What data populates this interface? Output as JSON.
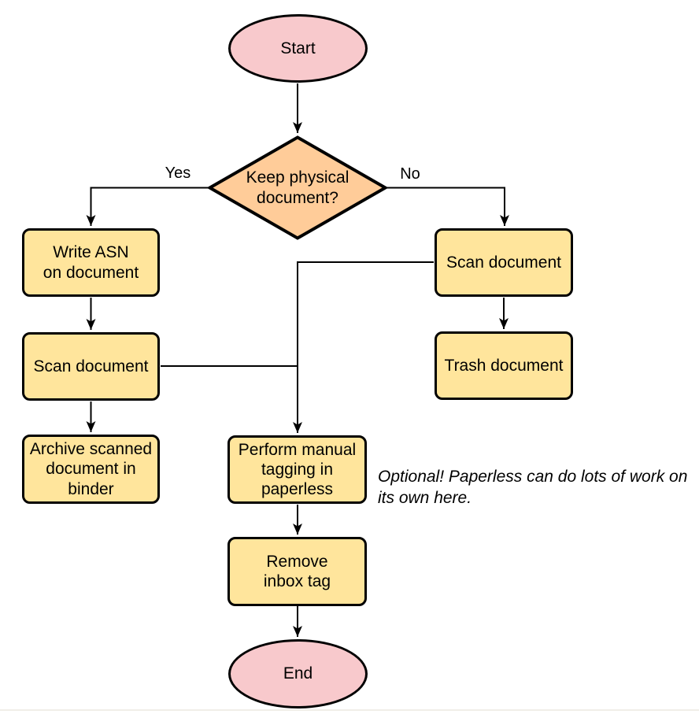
{
  "colors": {
    "canvas-background": "#FFFFFF",
    "terminator-fill": "#F8C9CC",
    "decision-fill": "#FFCC99",
    "process-fill": "#FFE59C",
    "shape-stroke": "#000000",
    "edge-stroke": "#000000",
    "footer-divider": "#F0EEE8"
  },
  "nodes": {
    "start": {
      "label": "Start",
      "type": "terminator"
    },
    "decision": {
      "label": "Keep physical\ndocument?",
      "type": "decision"
    },
    "write_asn": {
      "label": "Write ASN\non document",
      "type": "process"
    },
    "scan_left": {
      "label": "Scan document",
      "type": "process"
    },
    "archive": {
      "label": "Archive scanned\ndocument in\nbinder",
      "type": "process"
    },
    "scan_right": {
      "label": "Scan document",
      "type": "process"
    },
    "trash": {
      "label": "Trash document",
      "type": "process"
    },
    "tagging": {
      "label": "Perform manual\ntagging in\npaperless",
      "type": "process"
    },
    "remove_inbox": {
      "label": "Remove\ninbox tag",
      "type": "process"
    },
    "end": {
      "label": "End",
      "type": "terminator"
    }
  },
  "edges": [
    {
      "from": "start",
      "to": "decision"
    },
    {
      "from": "decision",
      "to": "write_asn",
      "label": "Yes"
    },
    {
      "from": "decision",
      "to": "scan_right",
      "label": "No"
    },
    {
      "from": "write_asn",
      "to": "scan_left"
    },
    {
      "from": "scan_left",
      "to": "archive"
    },
    {
      "from": "scan_left",
      "to": "tagging"
    },
    {
      "from": "scan_right",
      "to": "tagging"
    },
    {
      "from": "scan_right",
      "to": "trash"
    },
    {
      "from": "tagging",
      "to": "remove_inbox"
    },
    {
      "from": "remove_inbox",
      "to": "end"
    }
  ],
  "note": {
    "text": "Optional! Paperless can do lots of work on\nits own here."
  }
}
